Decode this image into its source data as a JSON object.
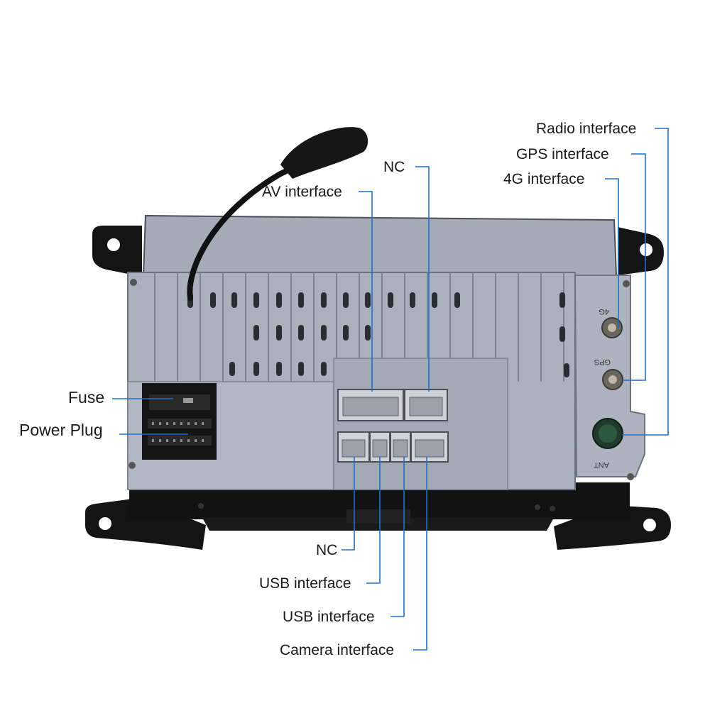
{
  "labels": {
    "radio": "Radio interface",
    "gps": "GPS interface",
    "g4": "4G interface",
    "nc_top": "NC",
    "av": "AV interface",
    "fuse": "Fuse",
    "power": "Power Plug",
    "nc_bottom": "NC",
    "usb1": "USB interface",
    "usb2": "USB interface",
    "camera": "Camera interface"
  },
  "panel_marks": {
    "g4_mark": "4G",
    "gps_mark": "GPS",
    "ant_mark": "ANT"
  },
  "colors": {
    "leader": "#1f6fd1",
    "casing": "#a5acb8",
    "casing_dark": "#8d95a3",
    "bracket": "#141414",
    "connector": "#9aa1ab"
  }
}
